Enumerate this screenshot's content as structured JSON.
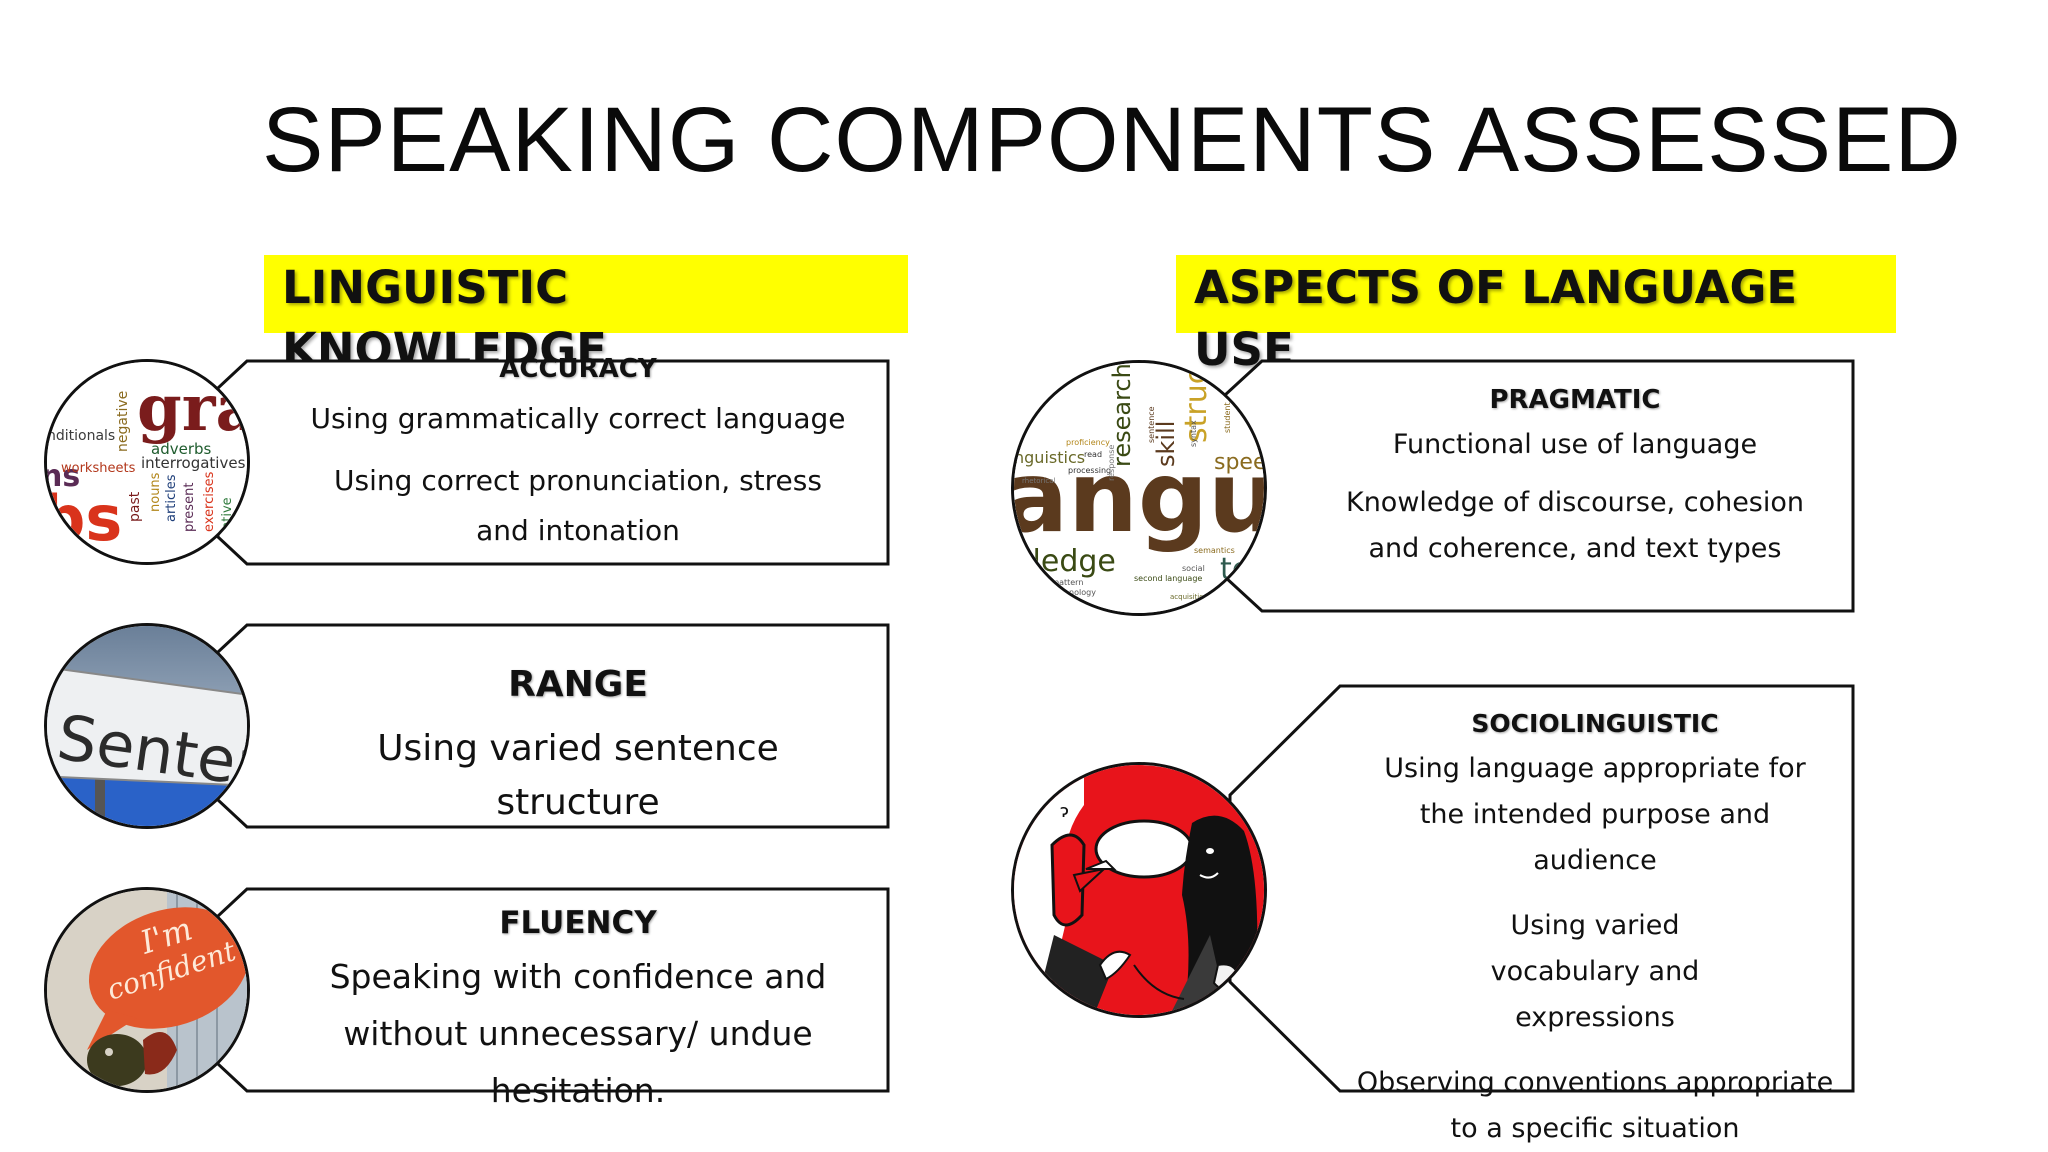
{
  "title": "SPEAKING COMPONENTS ASSESSED",
  "columns": {
    "left": {
      "heading": "LINGUISTIC KNOWLEDGE"
    },
    "right": {
      "heading": "ASPECTS OF LANGUAGE USE"
    }
  },
  "cards": {
    "accuracy": {
      "heading": "ACCURACY",
      "lines": [
        "Using grammatically correct language",
        "Using correct pronunciation, stress and intonation"
      ],
      "image": {
        "words": [
          "gram",
          "bs",
          "ns",
          "adverbs",
          "interrogatives",
          "worksheets",
          "nditionals",
          "negative",
          "past",
          "present",
          "articles",
          "nouns",
          "exercises",
          "ntive"
        ]
      }
    },
    "range": {
      "heading": "RANGE",
      "lines": [
        "Using varied sentence structure"
      ],
      "image": {
        "words": [
          "Senten"
        ]
      }
    },
    "fluency": {
      "heading": "FLUENCY",
      "lines": [
        "Speaking with confidence and without unnecessary/ undue hesitation."
      ],
      "image": {
        "words": [
          "I'm",
          "confident"
        ]
      }
    },
    "pragmatic": {
      "heading": "PRAGMATIC",
      "lines": [
        "Functional use of language",
        "Knowledge of discourse, cohesion and coherence, and text types"
      ],
      "image": {
        "words": [
          "angua",
          "wledge",
          "nguistics",
          "research",
          "skill",
          "structure",
          "speec",
          "tea",
          "proficiency",
          "read",
          "processing",
          "pattern",
          "phonology",
          "second language",
          "social",
          "semantics",
          "syntax",
          "student",
          "sentence",
          "rhetorical",
          "response",
          "acquisition"
        ]
      }
    },
    "sociolinguistic": {
      "heading": "SOCIOLINGUISTIC",
      "lines": [
        "Using language appropriate for the intended purpose and audience",
        "Using varied vocabulary and expressions",
        "Observing conventions appropriate to a specific situation"
      ]
    }
  },
  "colors": {
    "highlight": "#ffff00",
    "border": "#111111",
    "red": "#e8141b"
  }
}
